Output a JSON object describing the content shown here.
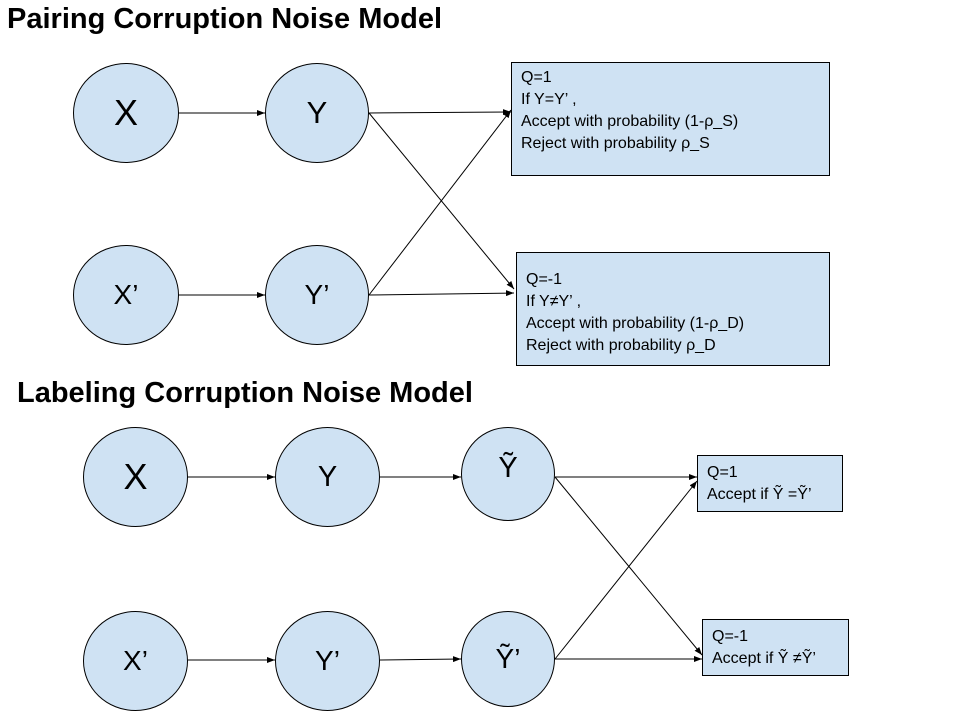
{
  "pairing": {
    "title": "Pairing Corruption Noise Model",
    "nodes": {
      "x": "X",
      "y": "Y",
      "xp": "X’",
      "yp": "Y’"
    },
    "box_same": [
      "Q=1",
      "If Y=Y’ ,",
      "Accept with probability (1-ρ_S)",
      "Reject with probability ρ_S"
    ],
    "box_diff": [
      "Q=-1",
      "If Y≠Y’ ,",
      "Accept with probability (1-ρ_D)",
      "Reject with probability ρ_D"
    ]
  },
  "labeling": {
    "title": "Labeling Corruption Noise Model",
    "nodes": {
      "x": "X",
      "y": "Y",
      "yt": "Ỹ",
      "xp": "X’",
      "yp": "Y’",
      "ytp": "Ỹ’"
    },
    "box_same": [
      "Q=1",
      "Accept if Ỹ =Ỹ’"
    ],
    "box_diff": [
      "Q=-1",
      "Accept if Ỹ ≠Ỹ’"
    ]
  }
}
